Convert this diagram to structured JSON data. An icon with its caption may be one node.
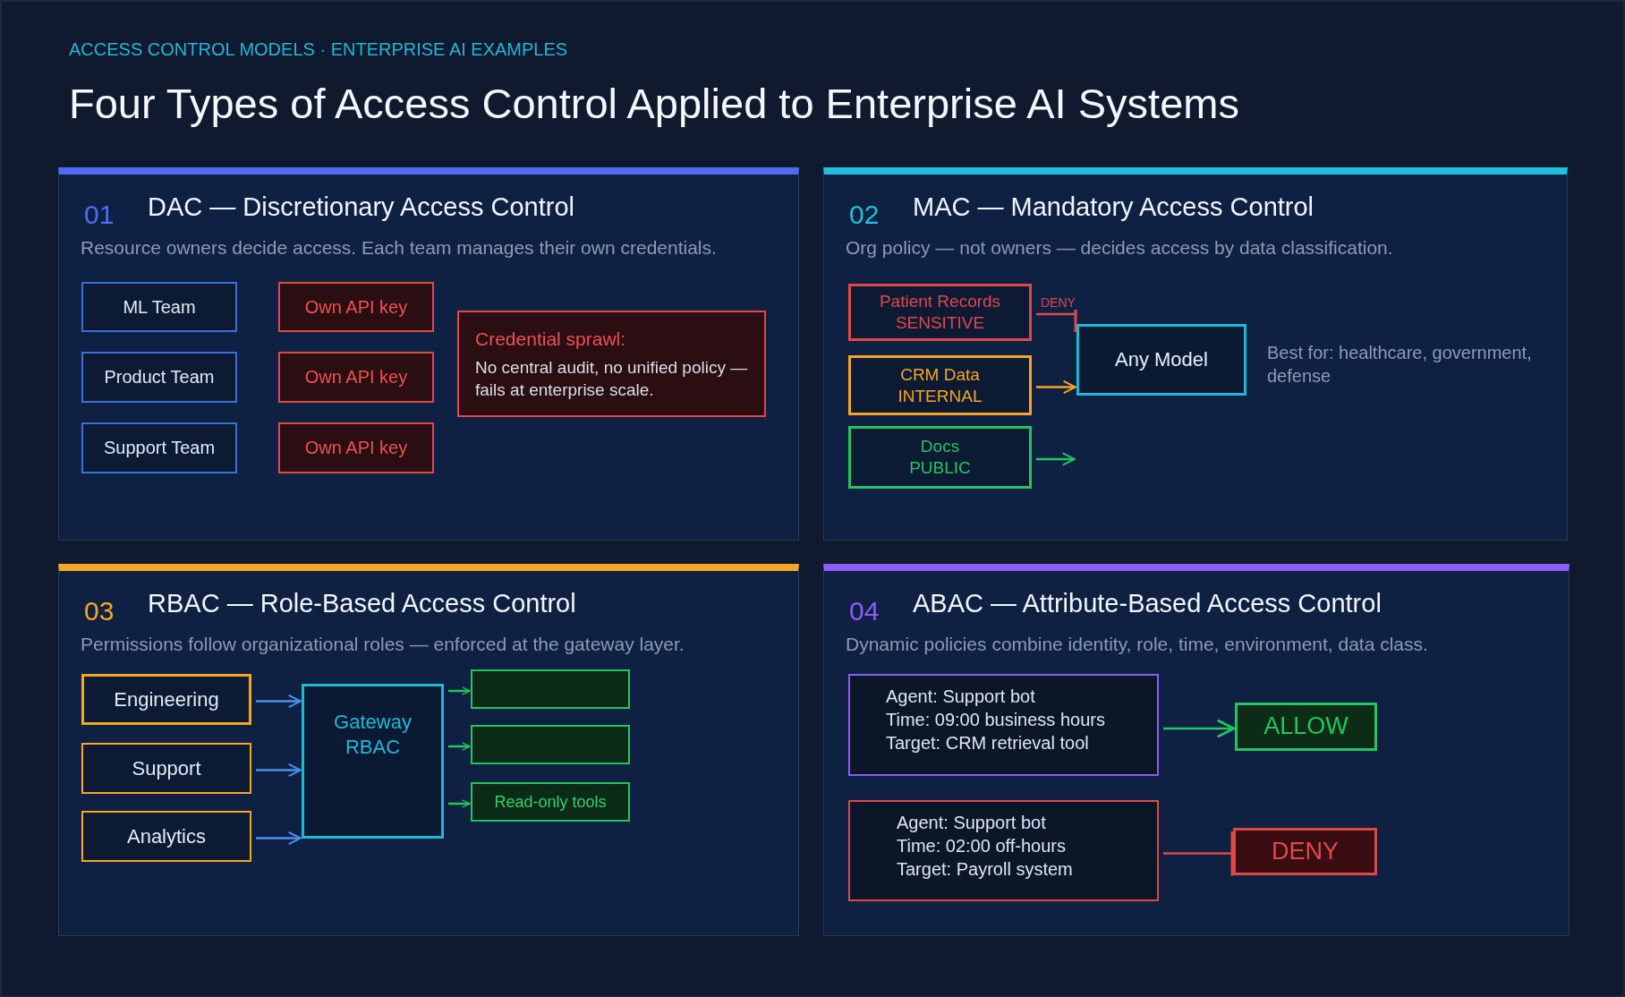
{
  "diagram": {
    "title": "Four Types of Access Control Applied to Enterprise AI Systems",
    "nodes": [
      {
        "text": [
          "01",
          "DAC — Discretionary Access Control",
          "Resource owners decide access. Each team manages their own credentials."
        ]
      },
      {
        "text": [
          "ML Team"
        ],
        "in": 0
      },
      {
        "text": [
          "Own API key"
        ],
        "in": 0
      },
      {
        "text": [
          "Product Team"
        ],
        "in": 0
      },
      {
        "text": [
          "Own API key"
        ],
        "in": 0
      },
      {
        "text": [
          "Support Team"
        ],
        "in": 0
      },
      {
        "text": [
          "Own API key"
        ],
        "in": 0
      },
      {
        "text": [
          "Credential sprawl:",
          "No central audit, no unified policy — fails at enterprise scale."
        ],
        "in": 0
      },
      {
        "text": [
          "02",
          "MAC — Mandatory Access Control",
          "Org policy — not owners — decides access by data classification."
        ]
      },
      {
        "text": [
          "Patient Records",
          "SENSITIVE"
        ],
        "in": 8
      },
      {
        "text": [
          "CRM Data",
          "INTERNAL"
        ],
        "in": 8
      },
      {
        "text": [
          "Docs",
          "PUBLIC"
        ],
        "in": 8
      },
      {
        "text": [
          "Any Model"
        ],
        "in": 8
      },
      {
        "text": [
          "03",
          "RBAC — Role-Based Access Control",
          "Permissions follow organizational roles — enforced at the gateway layer."
        ]
      },
      {
        "text": [
          "Engineering"
        ],
        "in": 13
      },
      {
        "text": [
          "Support"
        ],
        "in": 13
      },
      {
        "text": [
          "Analytics"
        ],
        "in": 13
      },
      {
        "text": [
          "Gateway RBAC"
        ],
        "in": 13
      },
      {
        "text": [],
        "shape": "box",
        "in": 13
      },
      {
        "text": [],
        "shape": "box",
        "in": 13
      },
      {
        "text": [
          "Read-only tools"
        ],
        "in": 13
      },
      {
        "text": [
          "04",
          "ABAC — Attribute-Based Access Control",
          "Dynamic policies combine identity, role, time, environment, data class."
        ]
      },
      {
        "text": [
          "Agent: Support bot",
          "Time: 09:00 business hours",
          "Target: CRM retrieval tool"
        ],
        "in": 21
      },
      {
        "text": [
          "ALLOW"
        ],
        "in": 21
      },
      {
        "text": [
          "Agent: Support bot",
          "Time: 02:00 off-hours",
          "Target: Payroll system"
        ],
        "in": 21
      },
      {
        "text": [
          "DENY"
        ],
        "in": 21
      }
    ],
    "edges": [
      {
        "from": 9,
        "to": 12,
        "arrow": "other",
        "label": "DENY",
        "color": "#e04848"
      },
      {
        "from": 10,
        "to": 12,
        "arrow": "to",
        "color": "#f5a623"
      },
      {
        "from": 11,
        "to": null,
        "arrow": "to",
        "color": "#22c55e"
      },
      {
        "from": 14,
        "to": 17,
        "arrow": "to",
        "color": "#4a8ff0"
      },
      {
        "from": 15,
        "to": 17,
        "arrow": "to",
        "color": "#4a8ff0"
      },
      {
        "from": 16,
        "to": 17,
        "arrow": "to",
        "color": "#4a8ff0"
      },
      {
        "from": 17,
        "to": 18,
        "arrow": "to",
        "color": "#22c55e"
      },
      {
        "from": 17,
        "to": 19,
        "arrow": "to",
        "color": "#22c55e"
      },
      {
        "from": 17,
        "to": 20,
        "arrow": "to",
        "color": "#22c55e"
      },
      {
        "from": 22,
        "to": 23,
        "arrow": "to",
        "color": "#22c55e"
      },
      {
        "from": 24,
        "to": 25,
        "arrow": "other",
        "color": "#e04848"
      }
    ],
    "labels": [
      "ACCESS CONTROL MODELS · ENTERPRISE AI EXAMPLES",
      "Best for: healthcare, government, defense"
    ]
  }
}
